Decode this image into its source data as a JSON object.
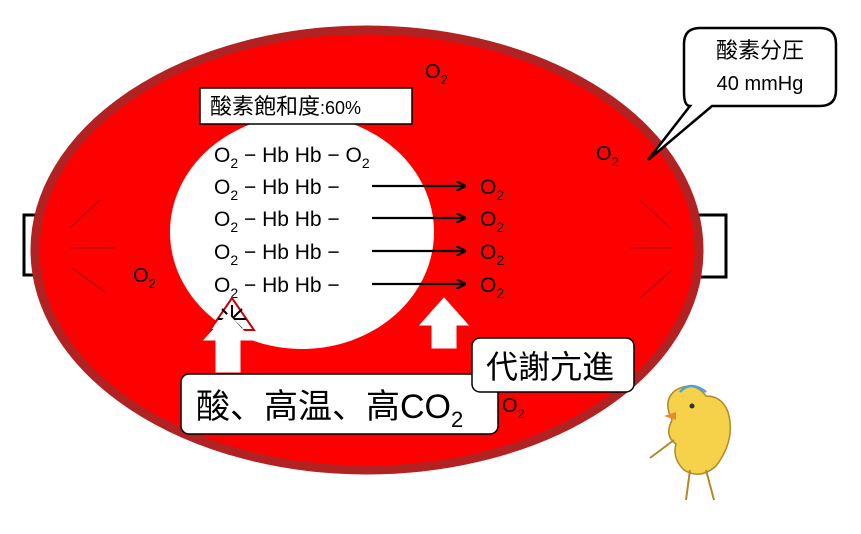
{
  "saturation_label": {
    "text": "酸素飽和度",
    "separator": ":",
    "value": "60%"
  },
  "partial_pressure_bubble": {
    "line1": "酸素分圧",
    "line2": "40 mmHg"
  },
  "hb_rows": [
    {
      "left": "O",
      "sub": "2",
      "middle": " − Hb Hb − ",
      "bound": "O",
      "bound_sub": "2",
      "released": false
    },
    {
      "left": "O",
      "sub": "2",
      "middle": " − Hb Hb − ",
      "released": true
    },
    {
      "left": "O",
      "sub": "2",
      "middle": " − Hb Hb − ",
      "released": true
    },
    {
      "left": "O",
      "sub": "2",
      "middle": " − Hb Hb − ",
      "released": true
    },
    {
      "left": "O",
      "sub": "2",
      "middle": " − Hb Hb − ",
      "released": true
    }
  ],
  "released_o2": {
    "text": "O",
    "sub": "2"
  },
  "free_o2_labels": [
    {
      "text": "O",
      "sub": "2"
    },
    {
      "text": "O",
      "sub": "2"
    },
    {
      "text": "O",
      "sub": "2"
    },
    {
      "text": "O",
      "sub": "2"
    }
  ],
  "factors_box": {
    "text": "酸、高温、高CO",
    "sub": "2"
  },
  "metabolism_box": {
    "text": "代謝亢進"
  },
  "colors": {
    "cell_fill": "#ff0000",
    "cell_stroke": "#b22222",
    "text": "#000000",
    "box_stroke": "#000000",
    "arrow_fill": "#ffffff"
  },
  "icons": {
    "mascot": "chick-icon",
    "burst": "starburst-icon"
  }
}
